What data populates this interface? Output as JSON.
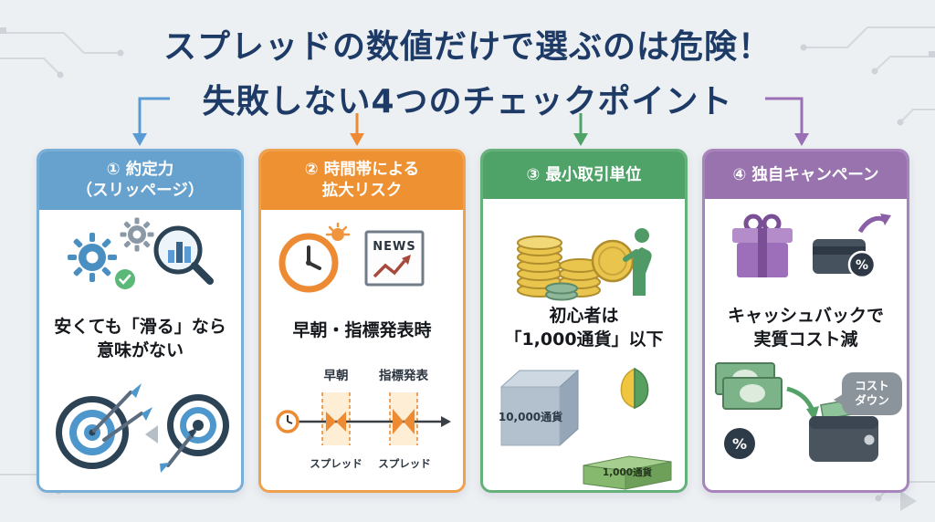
{
  "title": {
    "line1": "スプレッドの数値だけで選ぶのは危険！",
    "line2": "失敗しない4つのチェックポイント"
  },
  "colors": {
    "title_navy": "#1d3b66",
    "card1_blue": "#67a1cd",
    "card2_orange": "#ee9133",
    "card3_green": "#4fa369",
    "card4_purple": "#9873ae",
    "background": "#edf0f3"
  },
  "cards": [
    {
      "header": "① 約定力\n（スリッページ）",
      "caption": "安くても「滑る」なら\n意味がない"
    },
    {
      "header": "② 時間帯による\n拡大リスク",
      "caption": "早朝・指標発表時",
      "news": "NEWS",
      "timeline": {
        "morning": "早朝",
        "news_event": "指標発表",
        "spread_a": "スプレッド",
        "spread_b": "スプレッド"
      }
    },
    {
      "header": "③ 最小取引単位",
      "caption": "初心者は\n「1,000通貨」以下",
      "large_lot": "10,000通貨",
      "small_lot": "1,000通貨"
    },
    {
      "header": "④ 独自キャンペーン",
      "caption": "キャッシュバックで\n実質コスト減",
      "bubble": "コスト\nダウン",
      "percent": "%"
    }
  ]
}
